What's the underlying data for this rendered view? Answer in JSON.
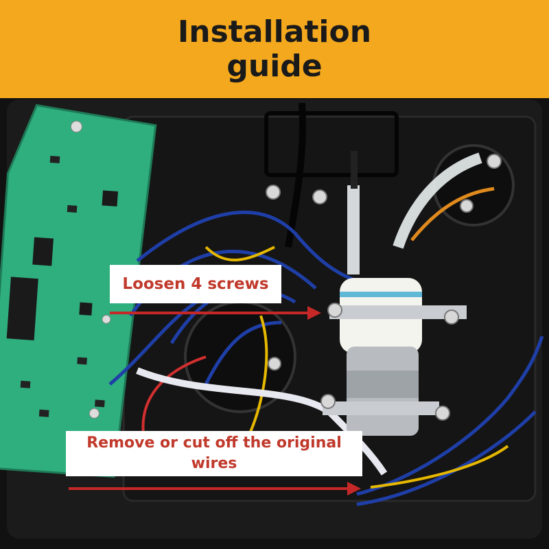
{
  "banner": {
    "title": "Installation guide",
    "background_color": "#f3a81e",
    "text_color": "#1a1a1a"
  },
  "annotations": [
    {
      "text": "Loosen 4 screws",
      "arrow_color": "#c62828"
    },
    {
      "text": "Remove or cut off the original wires",
      "arrow_color": "#c62828"
    }
  ],
  "photo": {
    "subject": "photo of the inside of an appliance base: green control circuit board, blue wires, and a small water pump motor with silicone tubing",
    "board_color": "#2fae7e",
    "panel_color": "#141414",
    "wire_color": "#1f3fa8"
  }
}
